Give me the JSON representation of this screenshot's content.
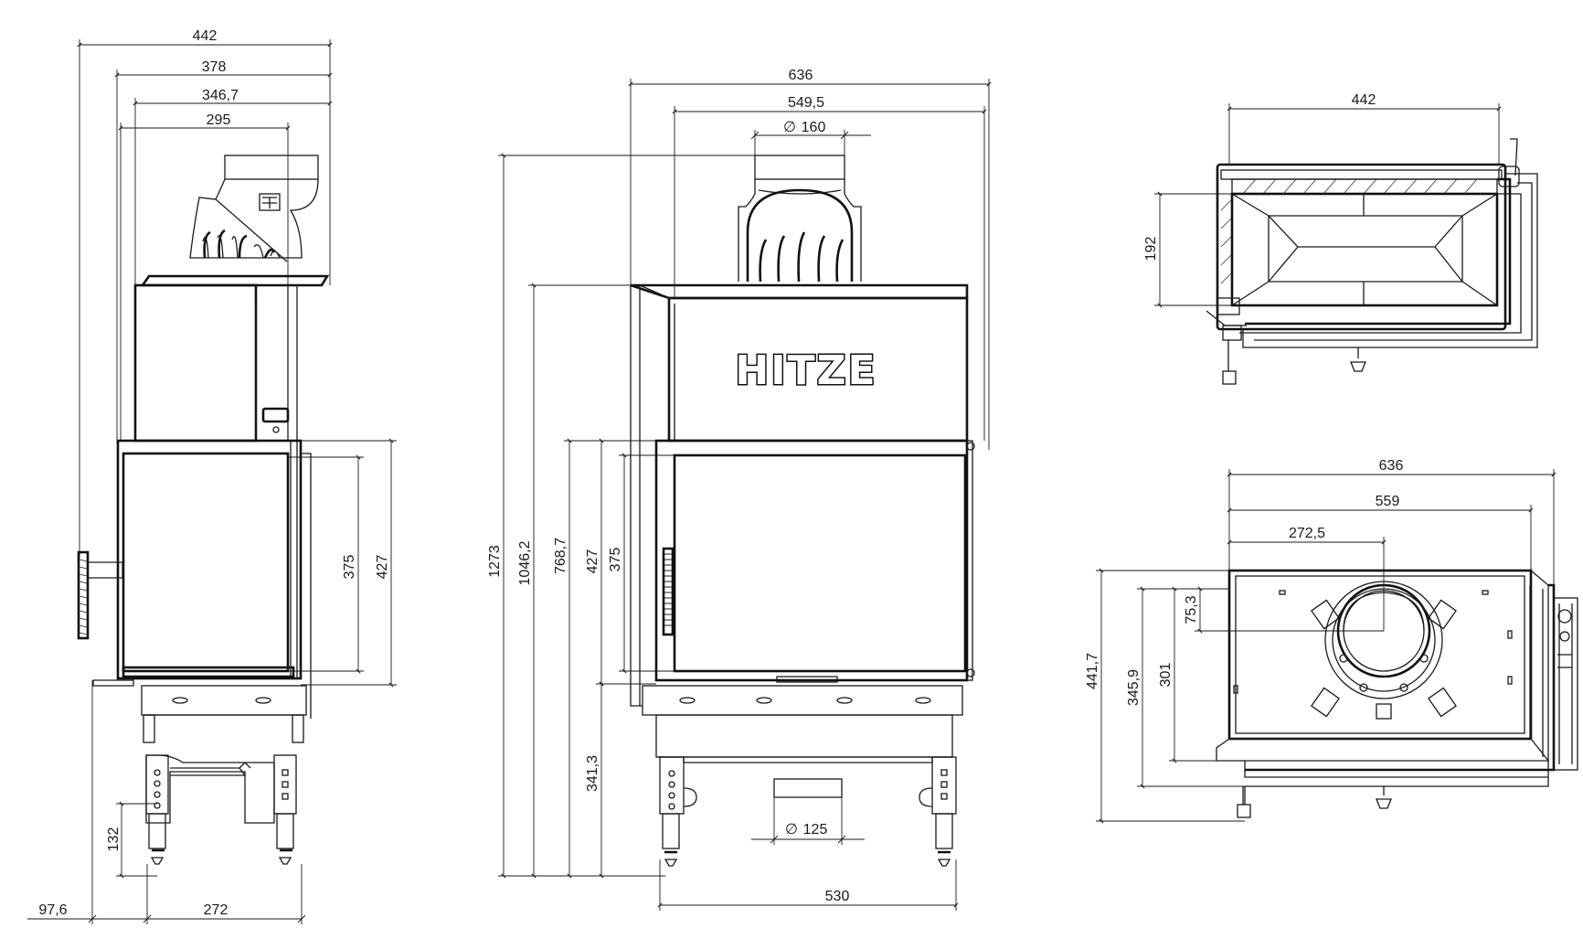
{
  "brand": "HITZE",
  "dimensions": {
    "side_view": {
      "width_442": "442",
      "width_378": "378",
      "width_346_7": "346,7",
      "width_295": "295",
      "door_375": "375",
      "door_427": "427",
      "leg_132": "132",
      "offset_97_6": "97,6",
      "base_272": "272"
    },
    "front_view": {
      "width_636": "636",
      "width_549_5": "549,5",
      "flue_160": "160",
      "height_1273": "1273",
      "height_1046_2": "1046,2",
      "height_768_7": "768,7",
      "door_427": "427",
      "door_375": "375",
      "height_341_3": "341,3",
      "air_125": "125",
      "base_530": "530"
    },
    "top_view_upper": {
      "width_442": "442",
      "depth_192": "192"
    },
    "top_view_lower": {
      "width_636": "636",
      "width_559": "559",
      "offset_272_5": "272,5",
      "depth_441_7": "441,7",
      "depth_345_9": "345,9",
      "depth_301": "301",
      "offset_75_3": "75,3"
    }
  },
  "symbols": {
    "diameter": "∅"
  }
}
